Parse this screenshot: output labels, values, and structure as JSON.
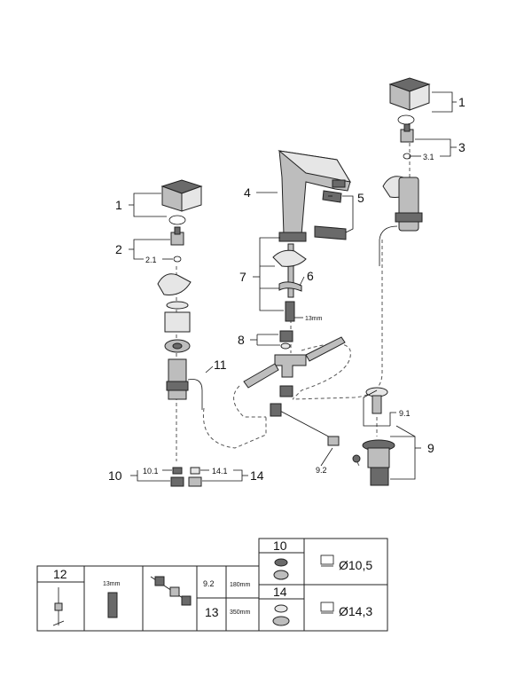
{
  "callouts": {
    "c1_right": "1",
    "c3": "3",
    "c3_1": "3.1",
    "c4": "4",
    "c5": "5",
    "c1_left": "1",
    "c2": "2",
    "c2_1": "2.1",
    "c7": "7",
    "c6": "6",
    "c13mm": "13mm",
    "c8": "8",
    "c11": "11",
    "c9_1": "9.1",
    "c9": "9",
    "c9_2": "9.2",
    "c10": "10",
    "c10_1": "10.1",
    "c14_1": "14.1",
    "c14": "14"
  },
  "table": {
    "t12": "12",
    "t13mm": "13mm",
    "t9_2": "9.2",
    "t180mm": "180mm",
    "t13": "13",
    "t350mm": "350mm",
    "t10": "10",
    "t10_dim": "Ø10,5",
    "t14": "14",
    "t14_dim": "Ø14,3"
  }
}
